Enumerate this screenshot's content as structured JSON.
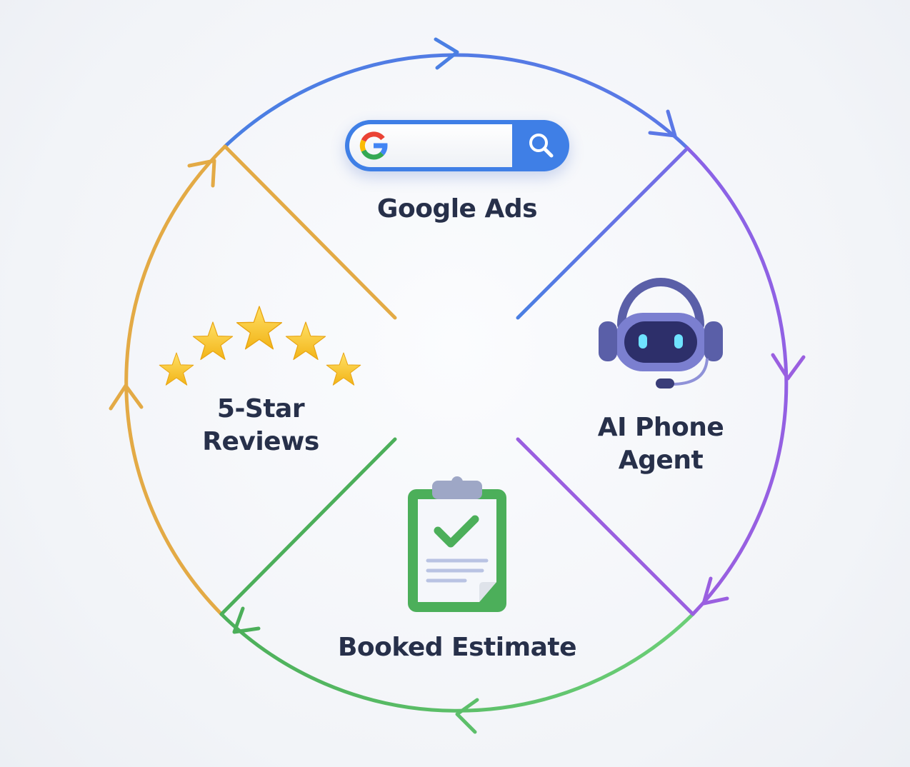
{
  "title": "Marketing cycle",
  "stages": [
    {
      "label": "Google Ads",
      "icon": "google-search-bar-icon"
    },
    {
      "label": "AI Phone Agent",
      "line1": "AI Phone",
      "line2": "Agent",
      "icon": "robot-headset-icon"
    },
    {
      "label": "Booked Estimate",
      "icon": "clipboard-check-icon"
    },
    {
      "label": "5-Star Reviews",
      "line1": "5-Star",
      "line2": "Reviews",
      "icon": "five-stars-icon",
      "stars": 5
    }
  ],
  "colors": {
    "blue": "#4a7fe3",
    "purple": "#9a5fe0",
    "green": "#5cbf6a",
    "orange": "#e3aa45",
    "text": "#27304a"
  }
}
